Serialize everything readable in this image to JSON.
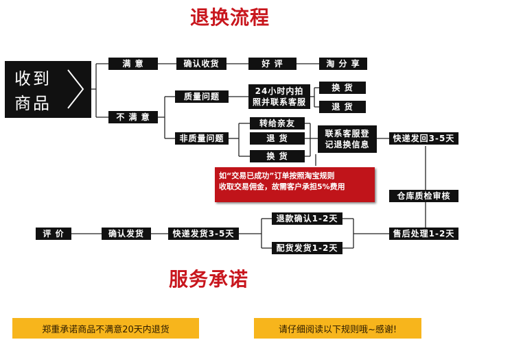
{
  "titles": {
    "return_flow": "退换流程",
    "service": "服务承诺"
  },
  "start": {
    "line1": "收到",
    "line2": "商品"
  },
  "nodes": {
    "satisfied": "满 意",
    "confirm_receipt": "确认收货",
    "good_review": "好 评",
    "share": "淘 分 享",
    "unsatisfied": "不 满 意",
    "quality_issue": "质量问题",
    "non_quality_issue": "非质量问题",
    "photo_contact_line1": "24小时内拍",
    "photo_contact_line2": "照并联系客服",
    "exchange_a": "换 货",
    "return_a": "退 货",
    "transfer_friend": "转给亲友",
    "return_b": "退 货",
    "exchange_b": "换 货",
    "register_line1": "联系客服登",
    "register_line2": "记退换信息",
    "ship_back": "快递发回3-5天",
    "warehouse_check": "仓库质检审核",
    "after_sale": "售后处理1-2天",
    "refund_confirm": "退款确认1-2天",
    "restock_ship": "配货发货1-2天",
    "express_ship": "快递发货3-5天",
    "confirm_ship": "确认发货",
    "review": "评 价"
  },
  "note": {
    "line1": "如“交易已成功”订单按照淘宝规则",
    "line2": "收取交易佣金，故需客户承担5%费用"
  },
  "banners": {
    "left": "郑重承诺商品不满意20天内退货",
    "right": "请仔细阅读以下规则哦~感谢!"
  },
  "colors": {
    "title_red": "#c8161d",
    "box_black": "#111111",
    "note_red": "#c0141a",
    "banner_yellow": "#f7b51c"
  }
}
